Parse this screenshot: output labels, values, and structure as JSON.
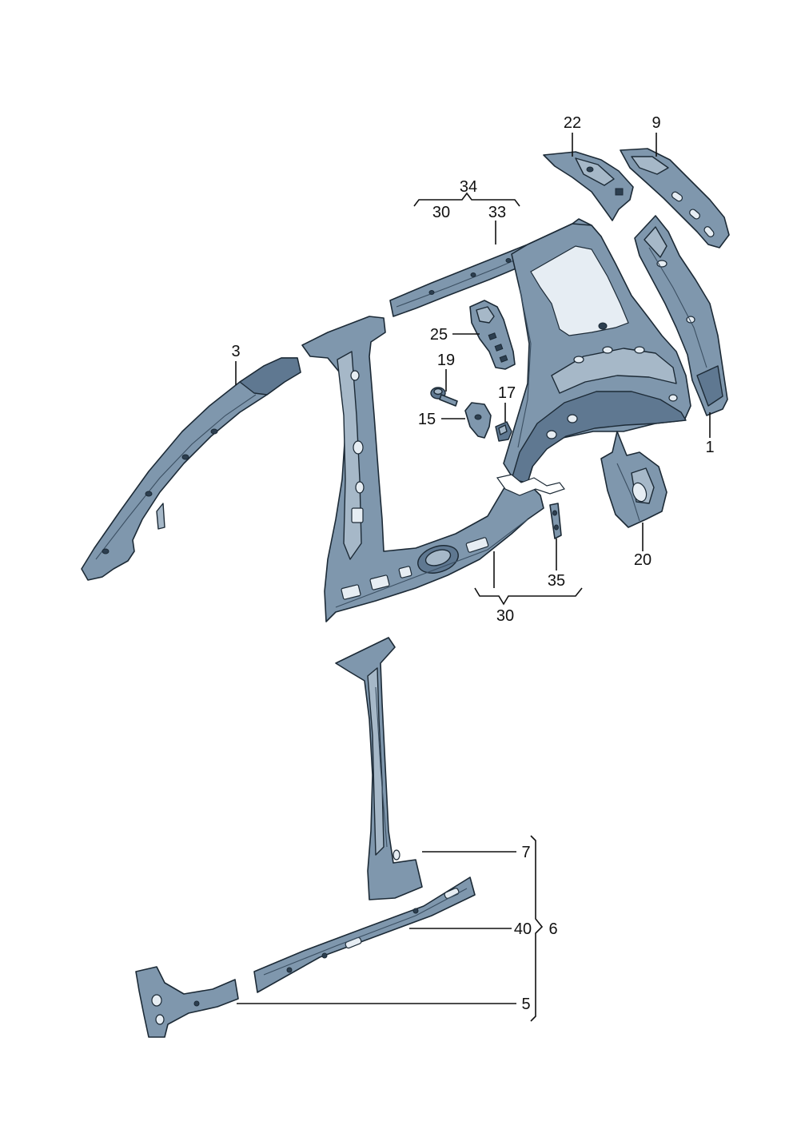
{
  "callouts": {
    "c1": "1",
    "c3": "3",
    "c5": "5",
    "c6": "6",
    "c7": "7",
    "c9": "9",
    "c15": "15",
    "c17": "17",
    "c19": "19",
    "c20": "20",
    "c22": "22",
    "c25": "25",
    "c30_top": "30",
    "c30_bottom": "30",
    "c33": "33",
    "c34": "34",
    "c35": "35",
    "c40": "40"
  },
  "colors": {
    "part_fill": "#7f97ad",
    "part_outline": "#1c2a36",
    "background": "#ffffff"
  }
}
